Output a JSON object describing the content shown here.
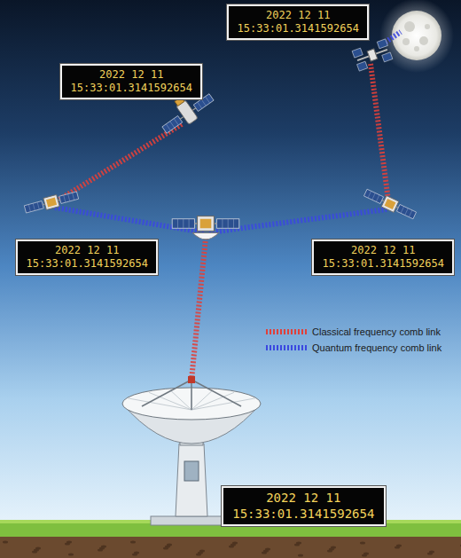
{
  "diagram": {
    "nodes": [
      {
        "text": [
          "2022 12 11 15:33:01.3141592654"
        ]
      },
      {
        "text": [
          "2022 12 11 15:33:01.3141592654"
        ]
      },
      {
        "text": [
          "2022 12 11 15:33:01.3141592654"
        ]
      },
      {
        "text": [
          "2022 12 11 15:33:01.3141592654"
        ]
      },
      {
        "text": [
          "2022 12 11 15:33:01.3141592654"
        ]
      }
    ],
    "legend": [
      {
        "text": "Classical frequency comb link"
      },
      {
        "text": "Quantum frequency comb link"
      }
    ]
  }
}
